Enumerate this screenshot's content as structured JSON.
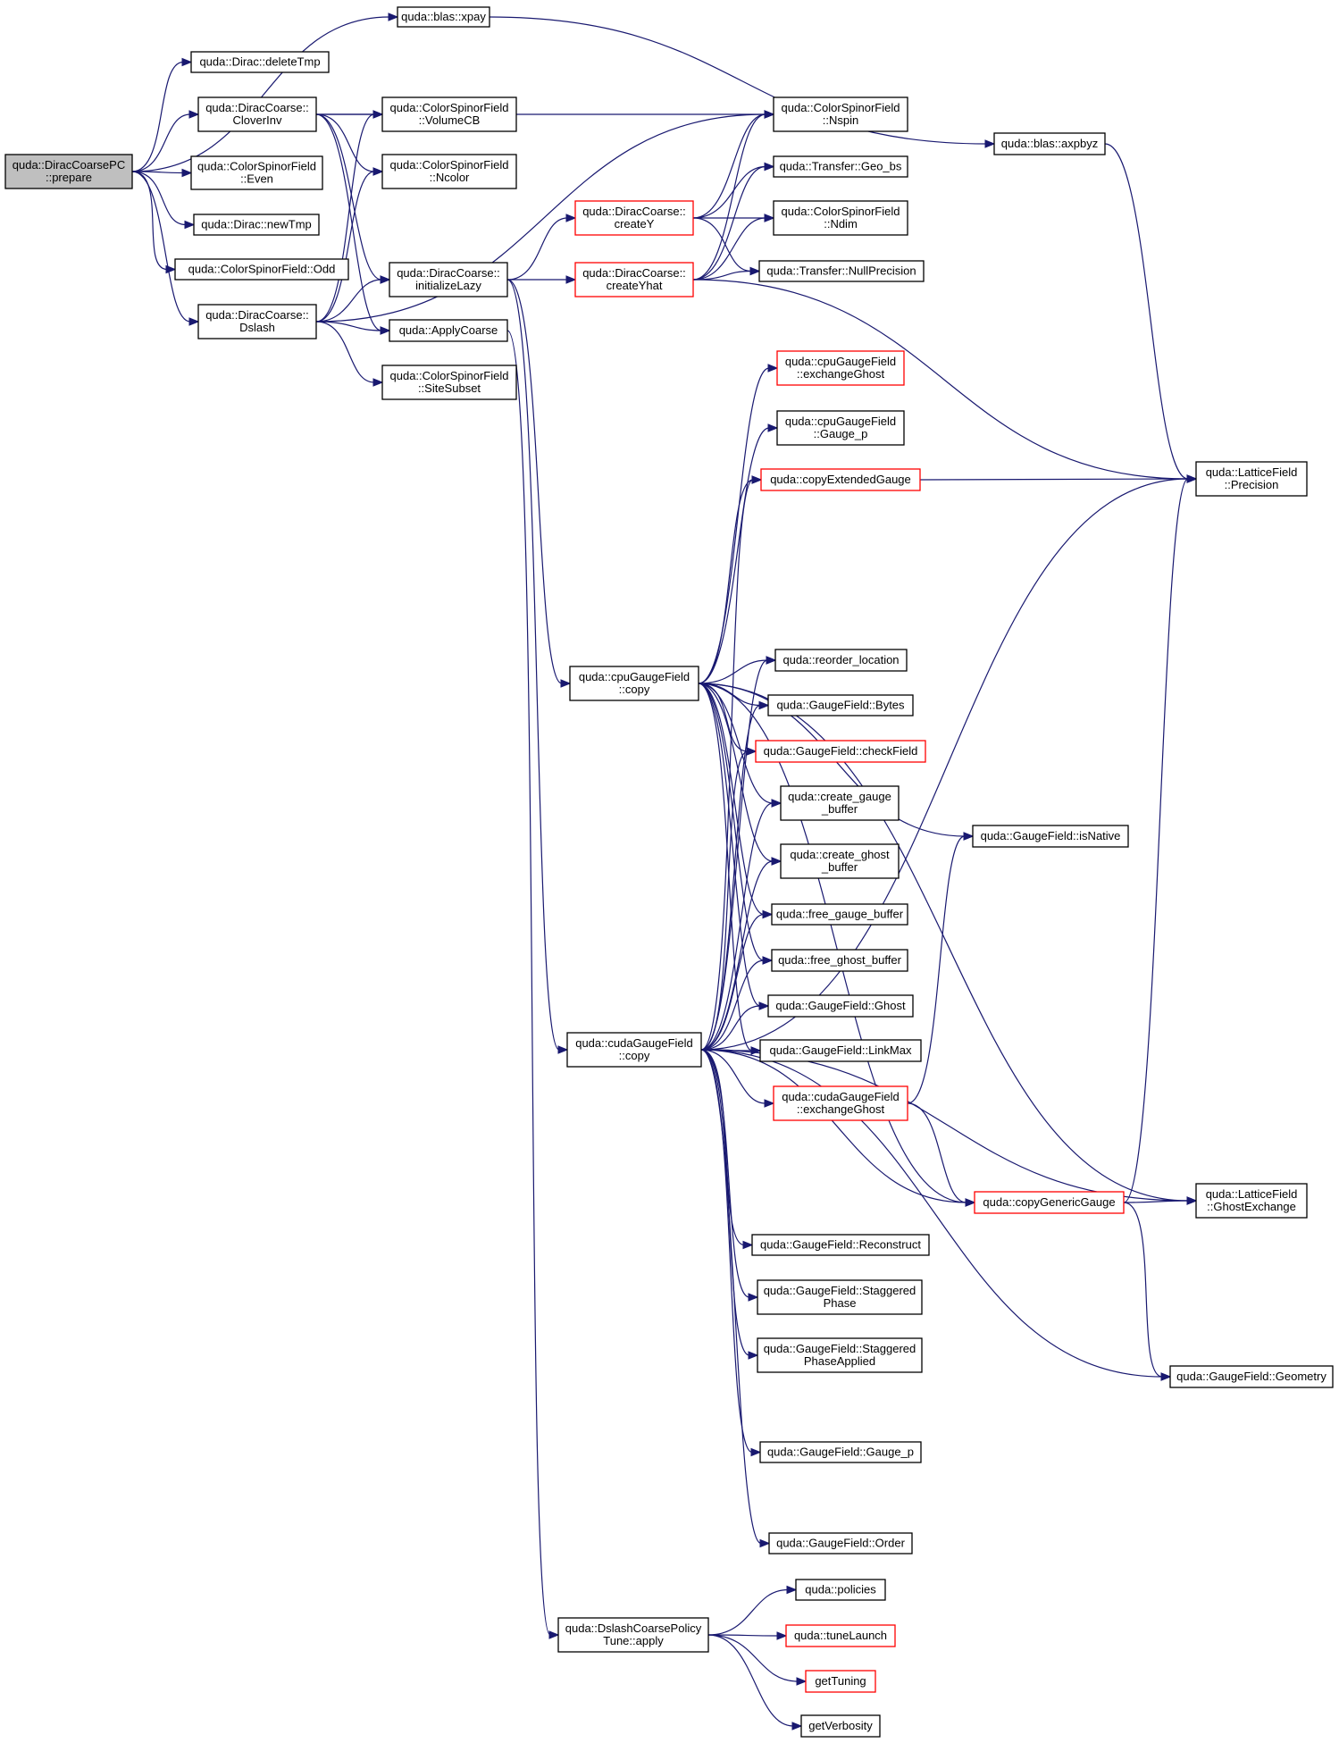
{
  "colors": {
    "edge": "#191970",
    "border_normal": "#000000",
    "border_truncated": "#ff0000",
    "root_fill": "#bfbfbf",
    "node_fill": "#ffffff"
  },
  "nodes": [
    {
      "id": "prepare",
      "lines": [
        "quda::DiracCoarsePC",
        "::prepare"
      ],
      "style": "root"
    },
    {
      "id": "xpay",
      "lines": [
        "quda::blas::xpay"
      ],
      "style": "normal"
    },
    {
      "id": "deleteTmp",
      "lines": [
        "quda::Dirac::deleteTmp"
      ],
      "style": "normal"
    },
    {
      "id": "cloverInv",
      "lines": [
        "quda::DiracCoarse::",
        "CloverInv"
      ],
      "style": "normal"
    },
    {
      "id": "even",
      "lines": [
        "quda::ColorSpinorField",
        "::Even"
      ],
      "style": "normal"
    },
    {
      "id": "newTmp",
      "lines": [
        "quda::Dirac::newTmp"
      ],
      "style": "normal"
    },
    {
      "id": "odd",
      "lines": [
        "quda::ColorSpinorField::Odd"
      ],
      "style": "normal"
    },
    {
      "id": "dslash",
      "lines": [
        "quda::DiracCoarse::",
        "Dslash"
      ],
      "style": "normal"
    },
    {
      "id": "volumeCB",
      "lines": [
        "quda::ColorSpinorField",
        "::VolumeCB"
      ],
      "style": "normal"
    },
    {
      "id": "ncolor",
      "lines": [
        "quda::ColorSpinorField",
        "::Ncolor"
      ],
      "style": "normal"
    },
    {
      "id": "initializeLazy",
      "lines": [
        "quda::DiracCoarse::",
        "initializeLazy"
      ],
      "style": "normal"
    },
    {
      "id": "applyCoarse",
      "lines": [
        "quda::ApplyCoarse"
      ],
      "style": "normal"
    },
    {
      "id": "siteSubset",
      "lines": [
        "quda::ColorSpinorField",
        "::SiteSubset"
      ],
      "style": "normal"
    },
    {
      "id": "createY",
      "lines": [
        "quda::DiracCoarse::",
        "createY"
      ],
      "style": "truncated"
    },
    {
      "id": "createYhat",
      "lines": [
        "quda::DiracCoarse::",
        "createYhat"
      ],
      "style": "truncated"
    },
    {
      "id": "nspin",
      "lines": [
        "quda::ColorSpinorField",
        "::Nspin"
      ],
      "style": "normal"
    },
    {
      "id": "geoBs",
      "lines": [
        "quda::Transfer::Geo_bs"
      ],
      "style": "normal"
    },
    {
      "id": "ndim",
      "lines": [
        "quda::ColorSpinorField",
        "::Ndim"
      ],
      "style": "normal"
    },
    {
      "id": "nullPrecision",
      "lines": [
        "quda::Transfer::NullPrecision"
      ],
      "style": "normal"
    },
    {
      "id": "axpbyz",
      "lines": [
        "quda::blas::axpbyz"
      ],
      "style": "normal"
    },
    {
      "id": "precision",
      "lines": [
        "quda::LatticeField",
        "::Precision"
      ],
      "style": "normal"
    },
    {
      "id": "cpuExchangeGhost",
      "lines": [
        "quda::cpuGaugeField",
        "::exchangeGhost"
      ],
      "style": "truncated"
    },
    {
      "id": "cpuGaugeP",
      "lines": [
        "quda::cpuGaugeField",
        "::Gauge_p"
      ],
      "style": "normal"
    },
    {
      "id": "copyExtendedGauge",
      "lines": [
        "quda::copyExtendedGauge"
      ],
      "style": "truncated"
    },
    {
      "id": "cpuCopy",
      "lines": [
        "quda::cpuGaugeField",
        "::copy"
      ],
      "style": "normal"
    },
    {
      "id": "reorderLocation",
      "lines": [
        "quda::reorder_location"
      ],
      "style": "normal"
    },
    {
      "id": "bytes",
      "lines": [
        "quda::GaugeField::Bytes"
      ],
      "style": "normal"
    },
    {
      "id": "checkField",
      "lines": [
        "quda::GaugeField::checkField"
      ],
      "style": "truncated"
    },
    {
      "id": "createGaugeBuffer",
      "lines": [
        "quda::create_gauge",
        "_buffer"
      ],
      "style": "normal"
    },
    {
      "id": "createGhostBuffer",
      "lines": [
        "quda::create_ghost",
        "_buffer"
      ],
      "style": "normal"
    },
    {
      "id": "freeGaugeBuffer",
      "lines": [
        "quda::free_gauge_buffer"
      ],
      "style": "normal"
    },
    {
      "id": "freeGhostBuffer",
      "lines": [
        "quda::free_ghost_buffer"
      ],
      "style": "normal"
    },
    {
      "id": "ghost",
      "lines": [
        "quda::GaugeField::Ghost"
      ],
      "style": "normal"
    },
    {
      "id": "linkMax",
      "lines": [
        "quda::GaugeField::LinkMax"
      ],
      "style": "normal"
    },
    {
      "id": "isNative",
      "lines": [
        "quda::GaugeField::isNative"
      ],
      "style": "normal"
    },
    {
      "id": "cudaCopy",
      "lines": [
        "quda::cudaGaugeField",
        "::copy"
      ],
      "style": "normal"
    },
    {
      "id": "cudaExchangeGhost",
      "lines": [
        "quda::cudaGaugeField",
        "::exchangeGhost"
      ],
      "style": "truncated"
    },
    {
      "id": "copyGenericGauge",
      "lines": [
        "quda::copyGenericGauge"
      ],
      "style": "truncated"
    },
    {
      "id": "ghostExchange",
      "lines": [
        "quda::LatticeField",
        "::GhostExchange"
      ],
      "style": "normal"
    },
    {
      "id": "reconstruct",
      "lines": [
        "quda::GaugeField::Reconstruct"
      ],
      "style": "normal"
    },
    {
      "id": "staggeredPhase",
      "lines": [
        "quda::GaugeField::Staggered",
        "Phase"
      ],
      "style": "normal"
    },
    {
      "id": "staggeredPhaseApplied",
      "lines": [
        "quda::GaugeField::Staggered",
        "PhaseApplied"
      ],
      "style": "normal"
    },
    {
      "id": "geometry",
      "lines": [
        "quda::GaugeField::Geometry"
      ],
      "style": "normal"
    },
    {
      "id": "gaugeP",
      "lines": [
        "quda::GaugeField::Gauge_p"
      ],
      "style": "normal"
    },
    {
      "id": "order",
      "lines": [
        "quda::GaugeField::Order"
      ],
      "style": "normal"
    },
    {
      "id": "dslashApply",
      "lines": [
        "quda::DslashCoarsePolicy",
        "Tune::apply"
      ],
      "style": "normal"
    },
    {
      "id": "policies",
      "lines": [
        "quda::policies"
      ],
      "style": "normal"
    },
    {
      "id": "tuneLaunch",
      "lines": [
        "quda::tuneLaunch"
      ],
      "style": "truncated"
    },
    {
      "id": "getTuning",
      "lines": [
        "getTuning"
      ],
      "style": "truncated"
    },
    {
      "id": "getVerbosity",
      "lines": [
        "getVerbosity"
      ],
      "style": "normal"
    }
  ],
  "edges": [
    [
      "prepare",
      "xpay"
    ],
    [
      "prepare",
      "deleteTmp"
    ],
    [
      "prepare",
      "cloverInv"
    ],
    [
      "prepare",
      "even"
    ],
    [
      "prepare",
      "newTmp"
    ],
    [
      "prepare",
      "odd"
    ],
    [
      "prepare",
      "dslash"
    ],
    [
      "xpay",
      "axpbyz"
    ],
    [
      "cloverInv",
      "nspin"
    ],
    [
      "cloverInv",
      "volumeCB"
    ],
    [
      "cloverInv",
      "ncolor"
    ],
    [
      "cloverInv",
      "initializeLazy"
    ],
    [
      "cloverInv",
      "applyCoarse"
    ],
    [
      "dslash",
      "volumeCB"
    ],
    [
      "dslash",
      "ncolor"
    ],
    [
      "dslash",
      "nspin"
    ],
    [
      "dslash",
      "initializeLazy"
    ],
    [
      "dslash",
      "applyCoarse"
    ],
    [
      "dslash",
      "siteSubset"
    ],
    [
      "initializeLazy",
      "createY"
    ],
    [
      "initializeLazy",
      "createYhat"
    ],
    [
      "initializeLazy",
      "cpuCopy"
    ],
    [
      "initializeLazy",
      "cudaCopy"
    ],
    [
      "applyCoarse",
      "dslashApply"
    ],
    [
      "createY",
      "nspin"
    ],
    [
      "createY",
      "geoBs"
    ],
    [
      "createY",
      "ndim"
    ],
    [
      "createY",
      "nullPrecision"
    ],
    [
      "createYhat",
      "nspin"
    ],
    [
      "createYhat",
      "geoBs"
    ],
    [
      "createYhat",
      "ndim"
    ],
    [
      "createYhat",
      "nullPrecision"
    ],
    [
      "createYhat",
      "precision"
    ],
    [
      "axpbyz",
      "precision"
    ],
    [
      "copyExtendedGauge",
      "precision"
    ],
    [
      "cpuCopy",
      "cpuExchangeGhost"
    ],
    [
      "cpuCopy",
      "cpuGaugeP"
    ],
    [
      "cpuCopy",
      "copyExtendedGauge"
    ],
    [
      "cpuCopy",
      "reorderLocation"
    ],
    [
      "cpuCopy",
      "bytes"
    ],
    [
      "cpuCopy",
      "checkField"
    ],
    [
      "cpuCopy",
      "createGaugeBuffer"
    ],
    [
      "cpuCopy",
      "createGhostBuffer"
    ],
    [
      "cpuCopy",
      "freeGaugeBuffer"
    ],
    [
      "cpuCopy",
      "freeGhostBuffer"
    ],
    [
      "cpuCopy",
      "ghost"
    ],
    [
      "cpuCopy",
      "linkMax"
    ],
    [
      "cpuCopy",
      "isNative"
    ],
    [
      "cpuCopy",
      "copyGenericGauge"
    ],
    [
      "cpuCopy",
      "ghostExchange"
    ],
    [
      "cudaCopy",
      "copyExtendedGauge"
    ],
    [
      "cudaCopy",
      "reorderLocation"
    ],
    [
      "cudaCopy",
      "bytes"
    ],
    [
      "cudaCopy",
      "checkField"
    ],
    [
      "cudaCopy",
      "createGaugeBuffer"
    ],
    [
      "cudaCopy",
      "createGhostBuffer"
    ],
    [
      "cudaCopy",
      "freeGaugeBuffer"
    ],
    [
      "cudaCopy",
      "freeGhostBuffer"
    ],
    [
      "cudaCopy",
      "ghost"
    ],
    [
      "cudaCopy",
      "linkMax"
    ],
    [
      "cudaCopy",
      "cudaExchangeGhost"
    ],
    [
      "cudaCopy",
      "copyGenericGauge"
    ],
    [
      "cudaCopy",
      "precision"
    ],
    [
      "cudaCopy",
      "reconstruct"
    ],
    [
      "cudaCopy",
      "staggeredPhase"
    ],
    [
      "cudaCopy",
      "staggeredPhaseApplied"
    ],
    [
      "cudaCopy",
      "ghostExchange"
    ],
    [
      "cudaCopy",
      "gaugeP"
    ],
    [
      "cudaCopy",
      "geometry"
    ],
    [
      "cudaCopy",
      "order"
    ],
    [
      "cudaExchangeGhost",
      "isNative"
    ],
    [
      "cudaExchangeGhost",
      "copyGenericGauge"
    ],
    [
      "copyGenericGauge",
      "ghostExchange"
    ],
    [
      "copyGenericGauge",
      "precision"
    ],
    [
      "copyGenericGauge",
      "geometry"
    ],
    [
      "dslashApply",
      "policies"
    ],
    [
      "dslashApply",
      "tuneLaunch"
    ],
    [
      "dslashApply",
      "getTuning"
    ],
    [
      "dslashApply",
      "getVerbosity"
    ]
  ]
}
